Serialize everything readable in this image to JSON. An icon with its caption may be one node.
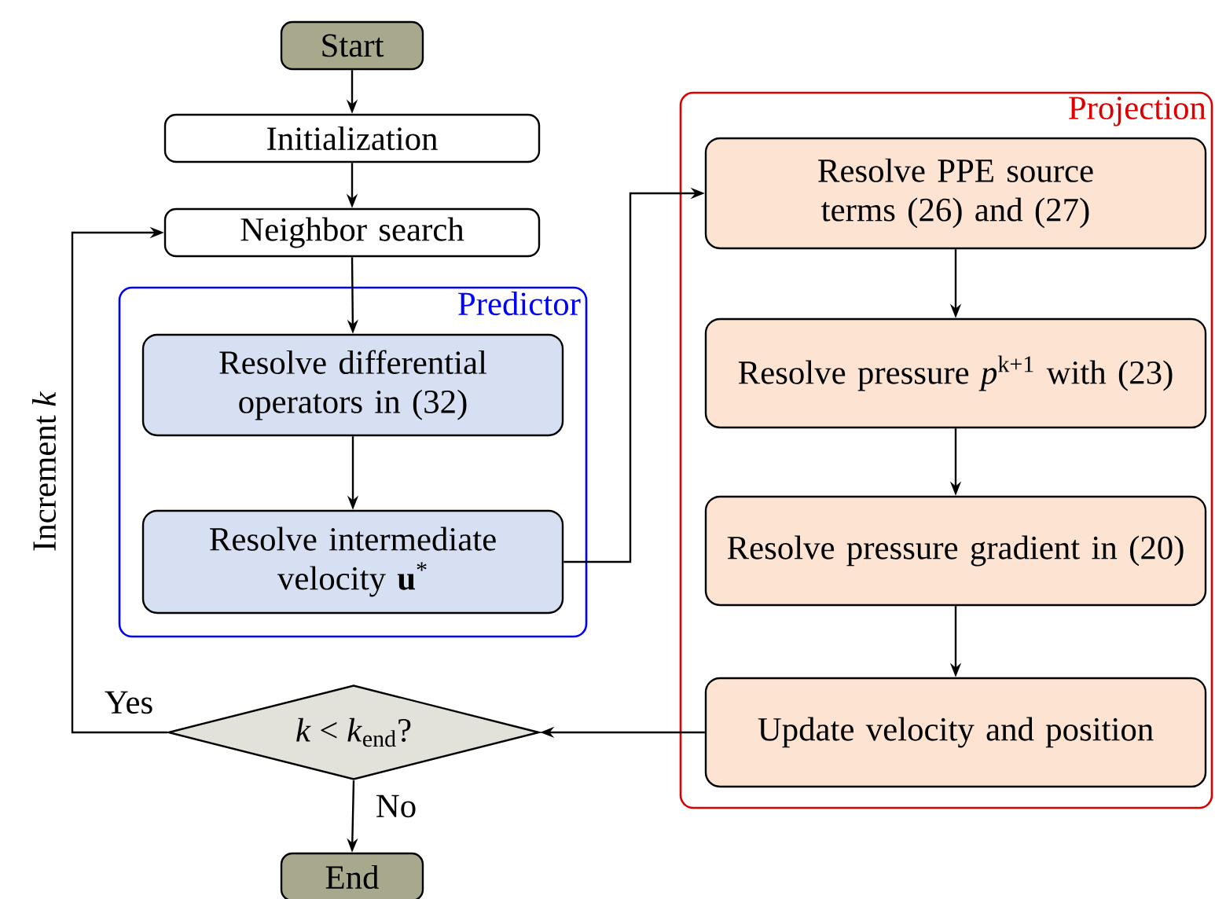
{
  "diagram": {
    "nodes": [
      {
        "text": [
          "Start"
        ]
      },
      {
        "text": [
          "Initialization"
        ]
      },
      {
        "text": [
          "Neighbor search"
        ]
      },
      {
        "text": [
          "Predictor"
        ]
      },
      {
        "text": [
          "Resolve differential operators in (32)"
        ],
        "in": 3
      },
      {
        "text": [
          "Resolve intermediate velocity **u**$^{*}$"
        ],
        "in": 3
      },
      {
        "text": [
          "Projection"
        ]
      },
      {
        "text": [
          "Resolve PPE source terms (26) and (27)"
        ],
        "in": 6
      },
      {
        "text": [
          "Resolve pressure *p*$^{k+1}$ with (23)"
        ],
        "in": 6
      },
      {
        "text": [
          "Resolve pressure gradient in (20)"
        ],
        "in": 6
      },
      {
        "text": [
          "Update velocity and position"
        ],
        "in": 6
      },
      {
        "text": [
          "*k* < *k*$_{end}$?"
        ]
      },
      {
        "text": [
          "End"
        ]
      }
    ],
    "edges": [
      {
        "from": 0,
        "to": 1,
        "arrow": "to"
      },
      {
        "from": 1,
        "to": 2,
        "arrow": "to"
      },
      {
        "from": 2,
        "to": 4,
        "arrow": "to"
      },
      {
        "from": 4,
        "to": 5,
        "arrow": "to"
      },
      {
        "from": 5,
        "to": 7,
        "arrow": "to"
      },
      {
        "from": 7,
        "to": 8,
        "arrow": "to"
      },
      {
        "from": 8,
        "to": 9,
        "arrow": "to"
      },
      {
        "from": 9,
        "to": 10,
        "arrow": "to"
      },
      {
        "from": 10,
        "to": 11,
        "arrow": "to"
      },
      {
        "from": 11,
        "to": 2,
        "arrow": "to",
        "label": "Yes"
      },
      {
        "from": 11,
        "to": 12,
        "arrow": "to",
        "label": "No"
      }
    ],
    "labels": [
      "Increment *k*"
    ]
  }
}
